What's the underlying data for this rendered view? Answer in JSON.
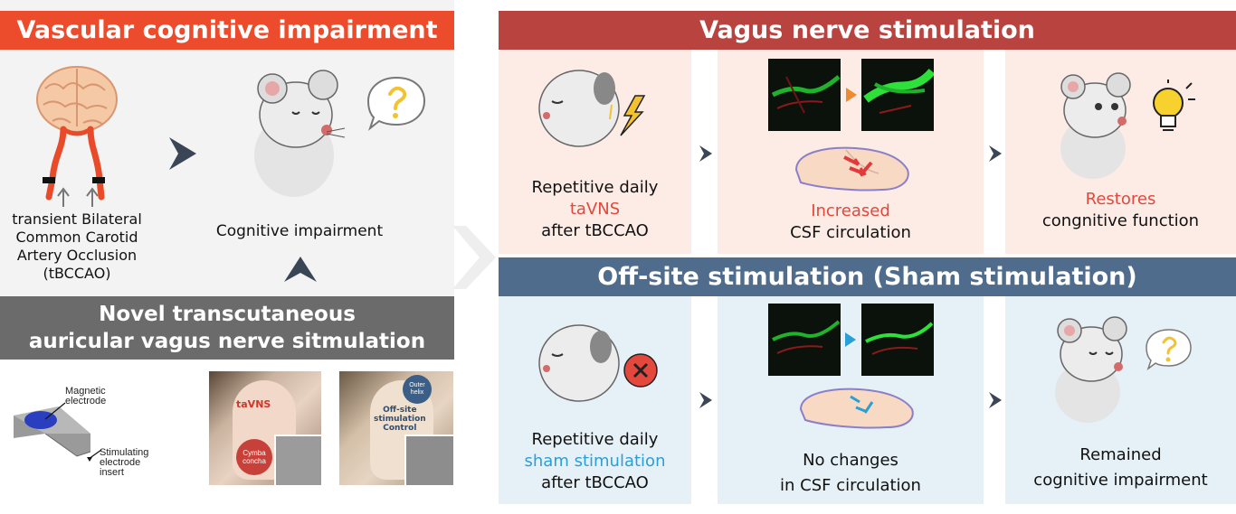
{
  "left": {
    "banner_title": "Vascular cognitive impairment",
    "occlusion_label": [
      "transient Bilateral",
      "Common Carotid",
      "Artery Occlusion",
      "(tBCCAO)"
    ],
    "impairment_label": "Cognitive impairment",
    "novel_banner": [
      "Novel transcutaneous",
      "auricular vagus nerve sitmulation"
    ],
    "device": {
      "magnetic_label": [
        "Magnetic",
        "electrode"
      ],
      "stimulating_label": [
        "Stimulating",
        "electrode",
        "insert"
      ]
    },
    "ear_photo_1": {
      "tavns_label": "taVNS",
      "cymba_label": [
        "Cymba",
        "concha"
      ]
    },
    "ear_photo_2": {
      "outer_helix_label": [
        "Outer",
        "helix"
      ],
      "offsite_label": [
        "Off-site",
        "stimulation",
        "Control"
      ]
    }
  },
  "vns": {
    "banner_title": "Vagus nerve stimulation",
    "col1": {
      "line1": "Repetitive daily",
      "highlight": "taVNS",
      "line3": "after tBCCAO"
    },
    "col2": {
      "highlight": "Increased",
      "line2": "CSF circulation"
    },
    "col3": {
      "highlight": "Restores",
      "line2": "congnitive function"
    }
  },
  "sham": {
    "banner_title": "Off-site stimulation (Sham stimulation)",
    "col1": {
      "line1": "Repetitive daily",
      "highlight": "sham stimulation",
      "line3": "after tBCCAO"
    },
    "col2": {
      "line1": "No changes",
      "line2": "in CSF circulation"
    },
    "col3": {
      "line1": "Remained",
      "line2": "cognitive impairment"
    }
  },
  "colors": {
    "left_banner": "#ec4b2c",
    "vns_banner": "#b8433f",
    "sham_banner": "#4f6c8c",
    "novel_banner": "#6b6b6b",
    "vns_panel": "#fdece6",
    "sham_panel": "#e6f1f7",
    "left_panel": "#f3f3f3",
    "red_text": "#e0493b",
    "blue_text": "#2a9fd6",
    "chevron": "#3a4656"
  }
}
